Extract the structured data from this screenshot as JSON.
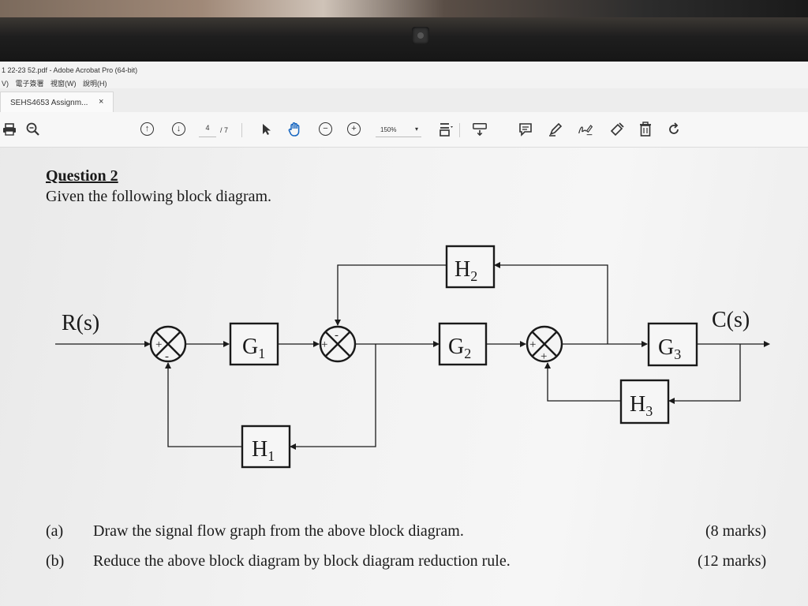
{
  "window": {
    "title": "1 22-23 52.pdf - Adobe Acrobat Pro (64-bit)",
    "menu": "V)  電子簽署  視窗(W)  說明(H)"
  },
  "tab": {
    "label": "SEHS4653 Assignm...",
    "close": "×"
  },
  "toolbar": {
    "page_current": "4",
    "page_total": "/ 7",
    "zoom": "150%",
    "zoom_arrow": "▾"
  },
  "document": {
    "heading": "Question 2",
    "intro": "Given the following block diagram.",
    "diagram": {
      "input_label": "R(s)",
      "output_label": "C(s)",
      "blocks": {
        "g1": "G",
        "g1_sub": "1",
        "g2": "G",
        "g2_sub": "2",
        "g3": "G",
        "g3_sub": "3",
        "h1": "H",
        "h1_sub": "1",
        "h2": "H",
        "h2_sub": "2",
        "h3": "H",
        "h3_sub": "3"
      },
      "signs": {
        "plus": "+",
        "minus": "-"
      }
    },
    "parts": [
      {
        "label": "(a)",
        "text": "Draw the signal flow graph from the above block diagram.",
        "marks": "(8 marks)"
      },
      {
        "label": "(b)",
        "text": "Reduce the above block diagram by block diagram reduction rule.",
        "marks": "(12 marks)"
      }
    ]
  }
}
